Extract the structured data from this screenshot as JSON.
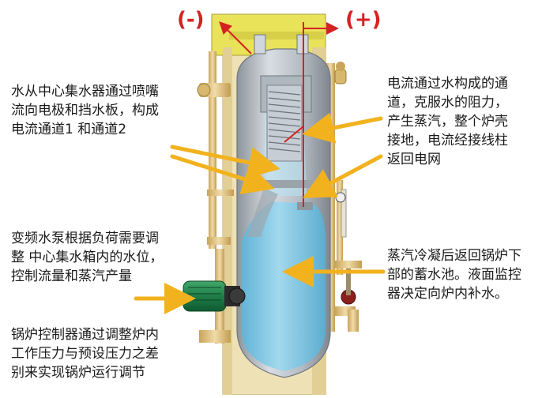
{
  "polarity": {
    "negative": "(-)",
    "positive": "(+)"
  },
  "annotations": {
    "nozzle": "水从中心集水器通过喷嘴\n流向电极和挡水板，构成\n电流通道1 和通道2",
    "current": "电流通过水构成的通\n道，克服水的阻力，\n产生蒸汽，整个炉壳\n接地，电流经接线柱\n返回电网",
    "pump": "变频水泵根据负荷需要调\n整 中心集水箱内的水位，\n控制流量和蒸汽产量",
    "condense": "蒸汽冷凝后返回锅炉下\n部的蓄水池。液面监控\n器决定向炉内补水。",
    "controller": "锅炉控制器通过调整炉内\n工作压力与预设压力之差\n别来实现锅炉运行调节"
  },
  "colors": {
    "arrow": "#f2b21e",
    "polarity": "#d42222",
    "water": "#7ec7e3",
    "shell": "#b9c1ca",
    "frame": "#e7cf92",
    "top_cap": "#e9e35a",
    "motor": "#1e7d48"
  },
  "icons": [
    "electrode-icon",
    "pump-motor-icon",
    "valve-icon",
    "gauge-icon"
  ]
}
